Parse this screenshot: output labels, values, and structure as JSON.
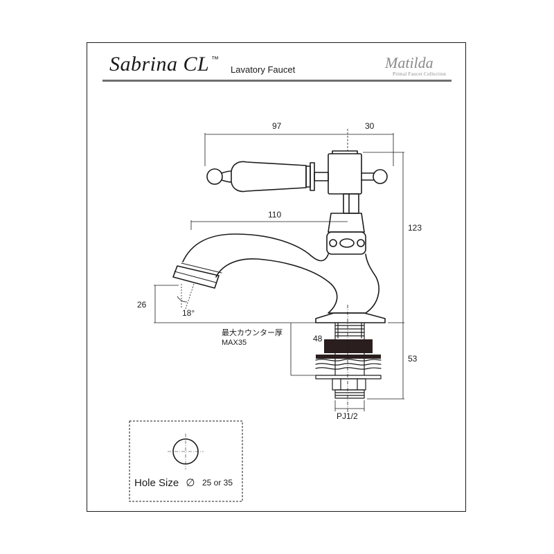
{
  "header": {
    "product_name": "Sabrina CL",
    "trademark": "™",
    "product_type": "Lavatory Faucet",
    "brand_logo": "Matilda",
    "brand_tagline": "Primal Faucet Collection"
  },
  "dimensions": {
    "handle_span": "97",
    "handle_right": "30",
    "spout_reach": "110",
    "overall_height": "123",
    "spout_clearance": "26",
    "spout_angle": "18°",
    "counter_label": "最大カウンター厚",
    "counter_max": "MAX35",
    "shank_length": "48",
    "below_counter": "53",
    "thread": "PJ1/2"
  },
  "hole": {
    "label": "Hole Size",
    "diameter_symbol": "∅",
    "value": "25 or 35"
  },
  "colors": {
    "line": "#1a1a1a",
    "dark_fill": "#2a1e1e",
    "brand_gray": "#8a8a8a"
  }
}
